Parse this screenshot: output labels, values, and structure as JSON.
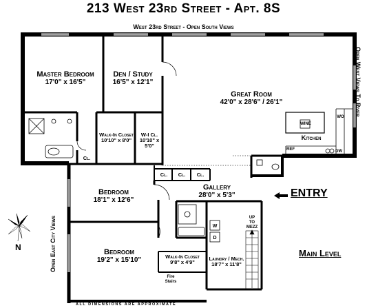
{
  "title": "213 West 23rd Street - Apt. 8S",
  "views": {
    "south": "West 23rd Street - Open South Views",
    "west": "Open West Views To River",
    "east": "Open East City Views"
  },
  "rooms": {
    "master": {
      "name": "Master Bedroom",
      "dim": "17'0\" x 16'5\""
    },
    "den": {
      "name": "Den / Study",
      "dim": "16'5\" x 12'1\""
    },
    "great": {
      "name": "Great Room",
      "dim": "42'0\" x 28'6\" / 26'1\""
    },
    "walkin1": {
      "name": "Walk-In Closet",
      "dim": "10'10\" x 8'0\""
    },
    "wic": {
      "name": "W-I Cl.",
      "dim": "10'10\" x 5'0\""
    },
    "bed1": {
      "name": "Bedroom",
      "dim": "18'1\" x 12'6\""
    },
    "gallery": {
      "name": "Gallery",
      "dim": "28'0\" x 5'3\""
    },
    "bed2": {
      "name": "Bedroom",
      "dim": "19'2\" x 15'10\""
    },
    "walkin2": {
      "name": "Walk-In Closet",
      "dim": "9'8\" x 4'9\""
    },
    "laundry": {
      "name": "Laundry / Mech.",
      "dim": "18'7\" x 11'8\""
    }
  },
  "labels": {
    "kitchen": "Kitchen",
    "wine": "WINE",
    "wo": "WO",
    "ref": "REF",
    "dw": "DW",
    "cl": "Cl.",
    "up": "UP",
    "to": "TO",
    "mezz": "MEZZ",
    "fire_stairs_1": "Fire",
    "fire_stairs_2": "Stairs",
    "w": "W",
    "d": "D",
    "entry": "ENTRY",
    "main_level": "Main Level",
    "approx": "All dimensions are approximate",
    "north": "N"
  }
}
